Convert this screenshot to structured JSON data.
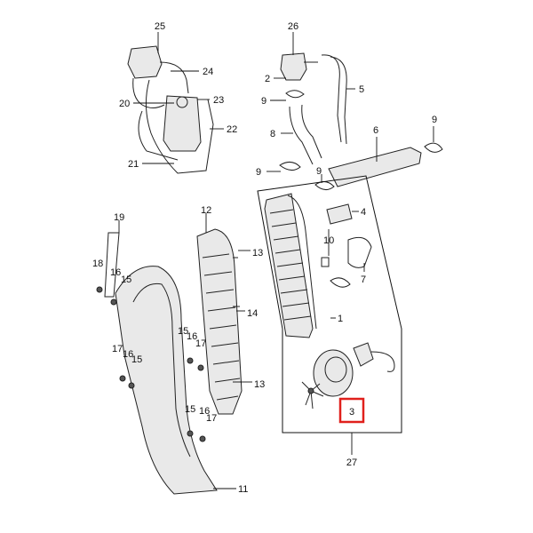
{
  "diagram": {
    "highlight_color": "#e0201c",
    "highlight_label": "3",
    "callouts": [
      "25",
      "24",
      "23",
      "22",
      "20",
      "21",
      "26",
      "2",
      "5",
      "9",
      "8",
      "9",
      "6",
      "9",
      "9",
      "4",
      "10",
      "7",
      "1",
      "12",
      "19",
      "18",
      "16",
      "15",
      "13",
      "14",
      "15",
      "16",
      "17",
      "17",
      "16",
      "15",
      "13",
      "15",
      "16",
      "17",
      "11",
      "27"
    ]
  }
}
